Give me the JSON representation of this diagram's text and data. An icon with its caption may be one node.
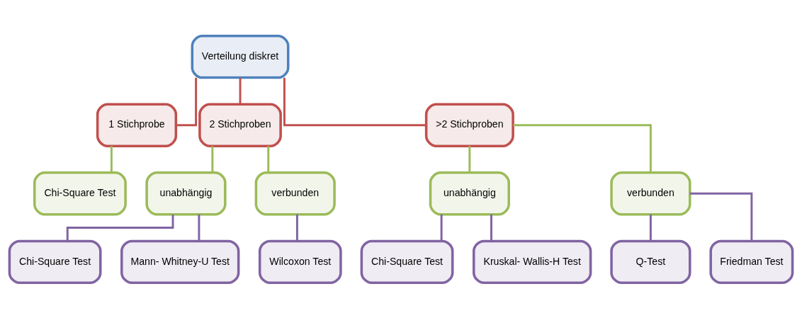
{
  "diagram": {
    "nodes": [
      {
        "text": [
          "Verteilung diskret"
        ]
      },
      {
        "text": [
          "1 Stichprobe"
        ]
      },
      {
        "text": [
          "2 Stichproben"
        ]
      },
      {
        "text": [
          ">2 Stichproben"
        ]
      },
      {
        "text": [
          "Chi-Square Test"
        ]
      },
      {
        "text": [
          "unabhängig"
        ]
      },
      {
        "text": [
          "verbunden"
        ]
      },
      {
        "text": [
          "unabhängig"
        ]
      },
      {
        "text": [
          "verbunden"
        ]
      },
      {
        "text": [
          "Chi-Square Test"
        ]
      },
      {
        "text": [
          "Mann- Whitney-U Test"
        ]
      },
      {
        "text": [
          "Wilcoxon Test"
        ]
      },
      {
        "text": [
          "Chi-Square Test"
        ]
      },
      {
        "text": [
          "Kruskal- Wallis-H Test"
        ]
      },
      {
        "text": [
          "Q-Test"
        ]
      },
      {
        "text": [
          "Friedman Test"
        ]
      }
    ],
    "edges": [
      {
        "from": 0,
        "to": 1,
        "arrow": "none",
        "color": "#c0504d"
      },
      {
        "from": 0,
        "to": 2,
        "arrow": "none",
        "color": "#c0504d"
      },
      {
        "from": 0,
        "to": 3,
        "arrow": "none",
        "color": "#c0504d"
      },
      {
        "from": 1,
        "to": 4,
        "arrow": "none",
        "color": "#9bbb59"
      },
      {
        "from": 2,
        "to": 5,
        "arrow": "none",
        "color": "#9bbb59"
      },
      {
        "from": 2,
        "to": 6,
        "arrow": "none",
        "color": "#9bbb59"
      },
      {
        "from": 3,
        "to": 7,
        "arrow": "none",
        "color": "#9bbb59"
      },
      {
        "from": 3,
        "to": 8,
        "arrow": "none",
        "color": "#9bbb59"
      },
      {
        "from": 5,
        "to": 9,
        "arrow": "none"
      },
      {
        "from": 5,
        "to": 10,
        "arrow": "none"
      },
      {
        "from": 6,
        "to": 11,
        "arrow": "none"
      },
      {
        "from": 7,
        "to": 12,
        "arrow": "none"
      },
      {
        "from": 7,
        "to": 13,
        "arrow": "none"
      },
      {
        "from": 8,
        "to": 14,
        "arrow": "none"
      },
      {
        "from": 8,
        "to": 15,
        "arrow": "none"
      }
    ]
  }
}
